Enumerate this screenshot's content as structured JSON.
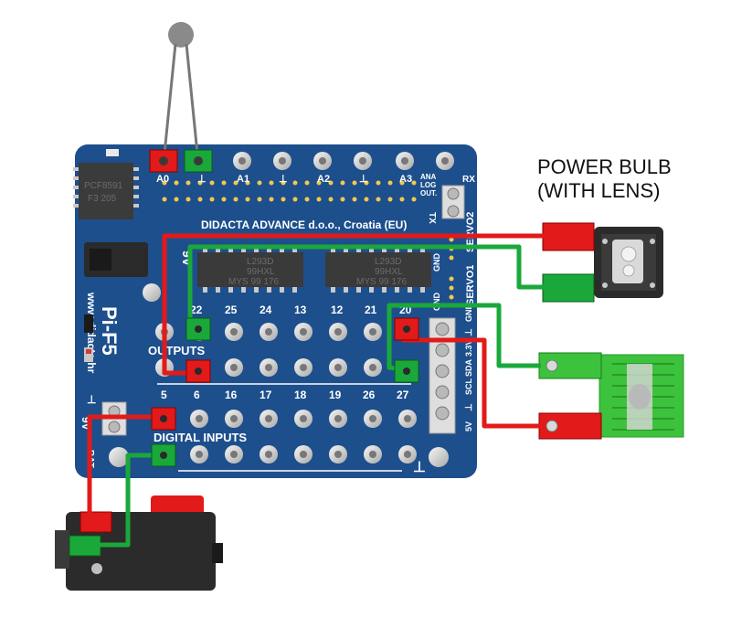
{
  "board": {
    "name": "Pi-F5",
    "website": "www.didacta.hr",
    "maker": "DIDACTA  ADVANCE d.o.o., Croatia (EU)",
    "chip_pcf": [
      "PCF8591",
      "F3 205"
    ],
    "chips": [
      [
        "L293D",
        "99HXL",
        "MYS  99 176"
      ],
      [
        "L293D",
        "99HXL",
        "MYS  99 176"
      ]
    ],
    "analog_labels": [
      "A0",
      "⊥",
      "A1",
      "⊥",
      "A2",
      "⊥",
      "A3"
    ],
    "analog_out": [
      "ANA",
      "LOG",
      "OUT."
    ],
    "rx": "RX",
    "tx": "TX",
    "outputs_label": "OUTPUTS",
    "digital_inputs_label": "DIGITAL INPUTS",
    "top_numbers": [
      "22",
      "25",
      "24",
      "13",
      "12",
      "21",
      "20"
    ],
    "bottom_numbers": [
      "5",
      "6",
      "16",
      "17",
      "18",
      "19",
      "26",
      "27"
    ],
    "right_side": [
      "GND",
      "SERVO1",
      "GND",
      "SERVO2"
    ],
    "right_strip": [
      "5V",
      "⊥",
      "SCL",
      "SDA",
      "3.3V",
      "⊥",
      "GND"
    ],
    "nine_v": "9V",
    "bat": "BAT",
    "ground": "⊥"
  },
  "devices": {
    "power_bulb_title": [
      "POWER BULB",
      "(WITH LENS)"
    ]
  },
  "colors": {
    "pcb": "#1d4f8c",
    "wire_red": "#e21a1a",
    "wire_green": "#1a9a3a",
    "sensor": "#3dc23d"
  }
}
